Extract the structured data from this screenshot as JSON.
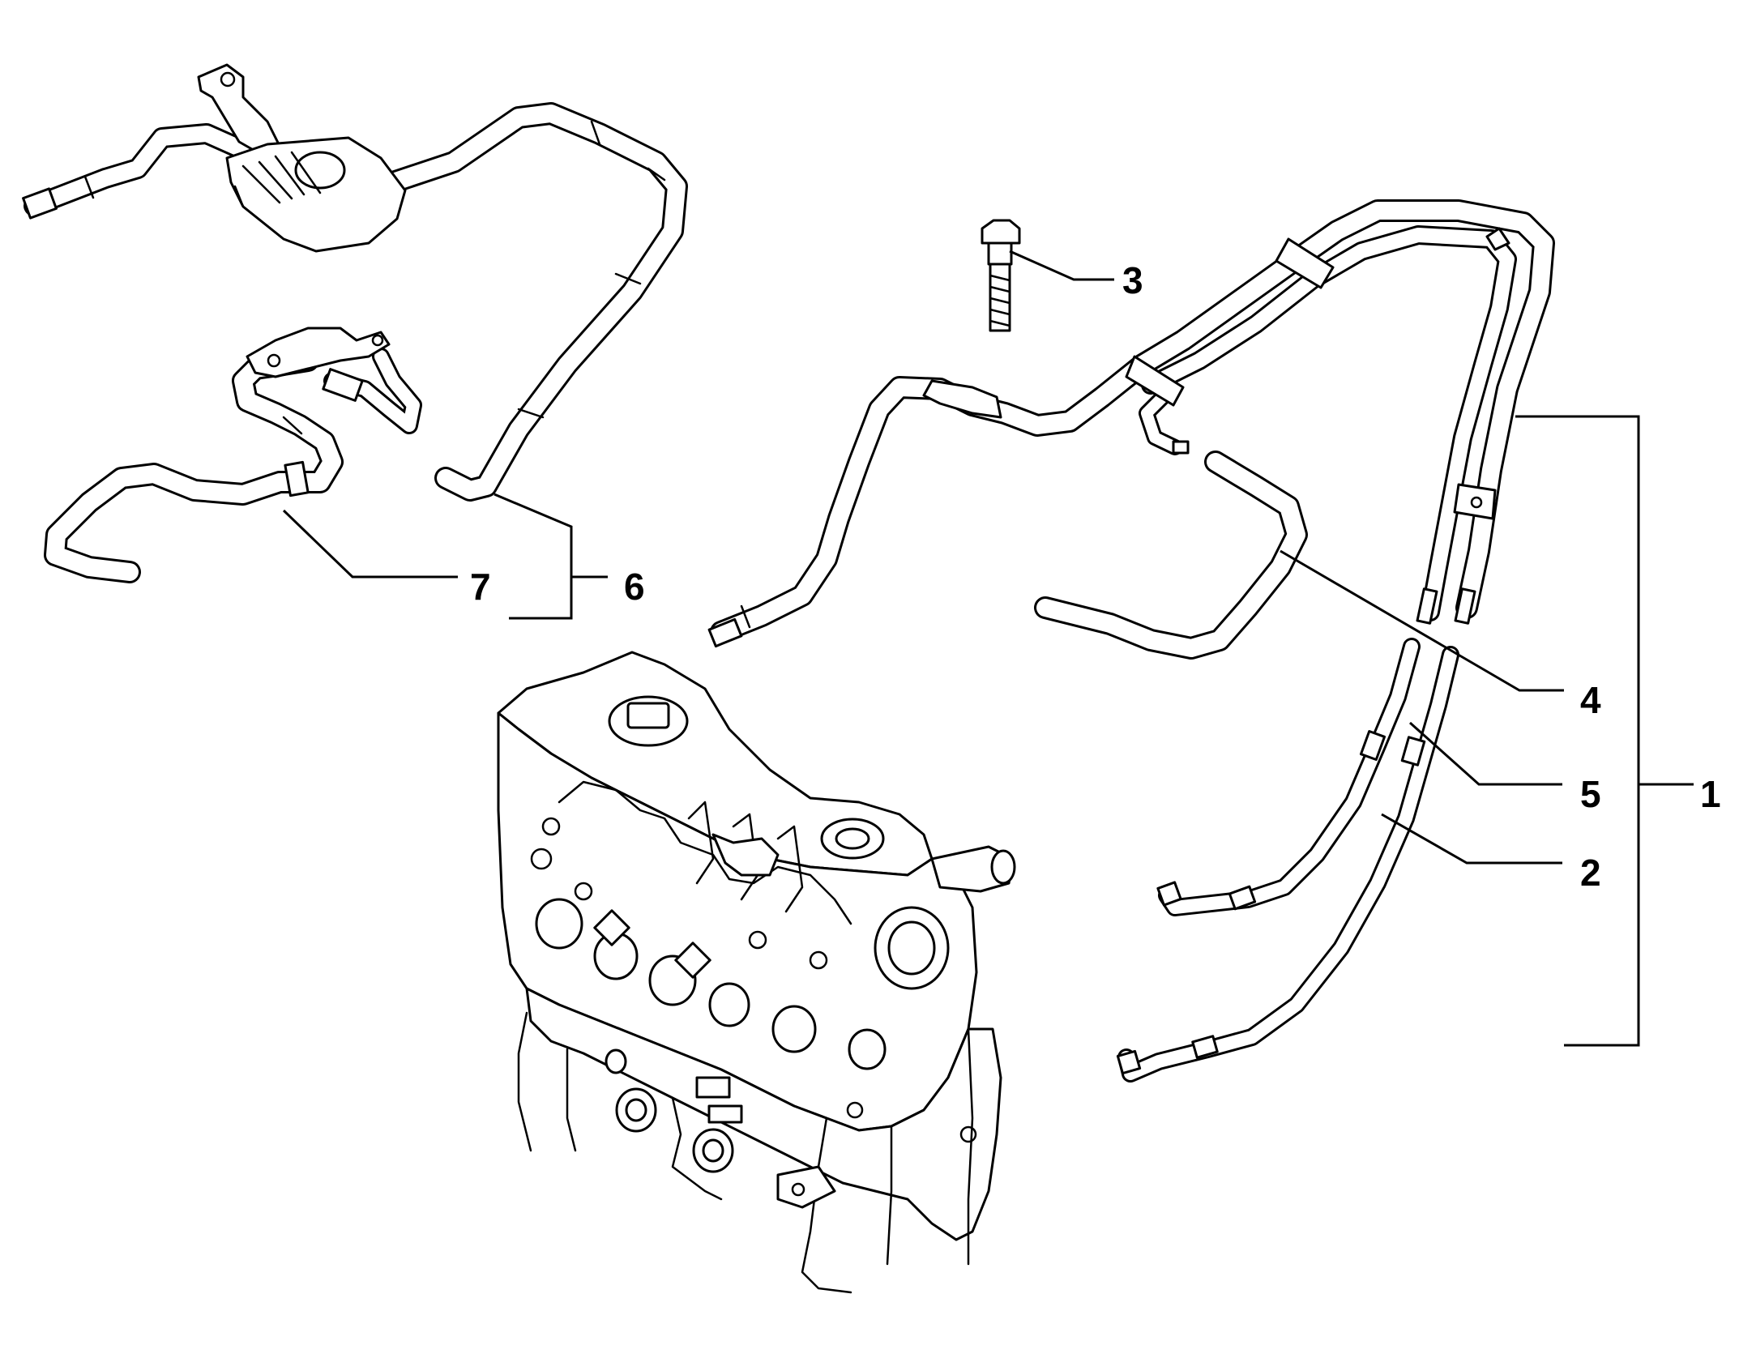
{
  "diagram": {
    "colors": {
      "line": "#000000",
      "background": "#ffffff"
    },
    "callouts": [
      {
        "id": "1",
        "label": "1"
      },
      {
        "id": "2",
        "label": "2"
      },
      {
        "id": "3",
        "label": "3"
      },
      {
        "id": "4",
        "label": "4"
      },
      {
        "id": "5",
        "label": "5"
      },
      {
        "id": "6",
        "label": "6"
      },
      {
        "id": "7",
        "label": "7"
      }
    ],
    "parts": [
      {
        "callout": "1",
        "name": "hose-assembly"
      },
      {
        "callout": "2",
        "name": "hose-lower-long"
      },
      {
        "callout": "3",
        "name": "bolt"
      },
      {
        "callout": "4",
        "name": "hose-short"
      },
      {
        "callout": "5",
        "name": "hose-lower-short"
      },
      {
        "callout": "6",
        "name": "hose-with-bracket"
      },
      {
        "callout": "7",
        "name": "hose-with-clamp"
      },
      {
        "callout": "",
        "name": "engine-block"
      }
    ]
  }
}
